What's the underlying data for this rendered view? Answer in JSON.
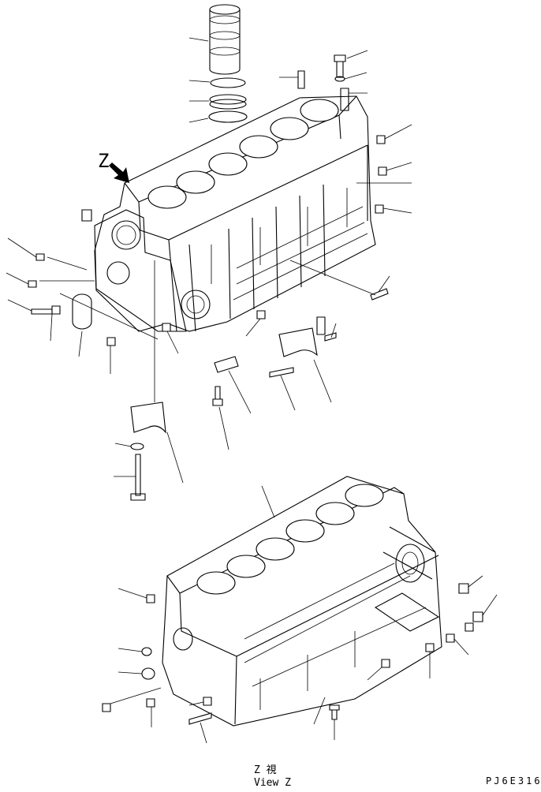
{
  "diagram": {
    "view_marker": "Z",
    "view_caption_jp": "Z 視",
    "view_caption_en": "View Z",
    "drawing_code": "PJ6E316"
  },
  "icons": {
    "view_arrow": "view-direction-arrow-icon"
  }
}
